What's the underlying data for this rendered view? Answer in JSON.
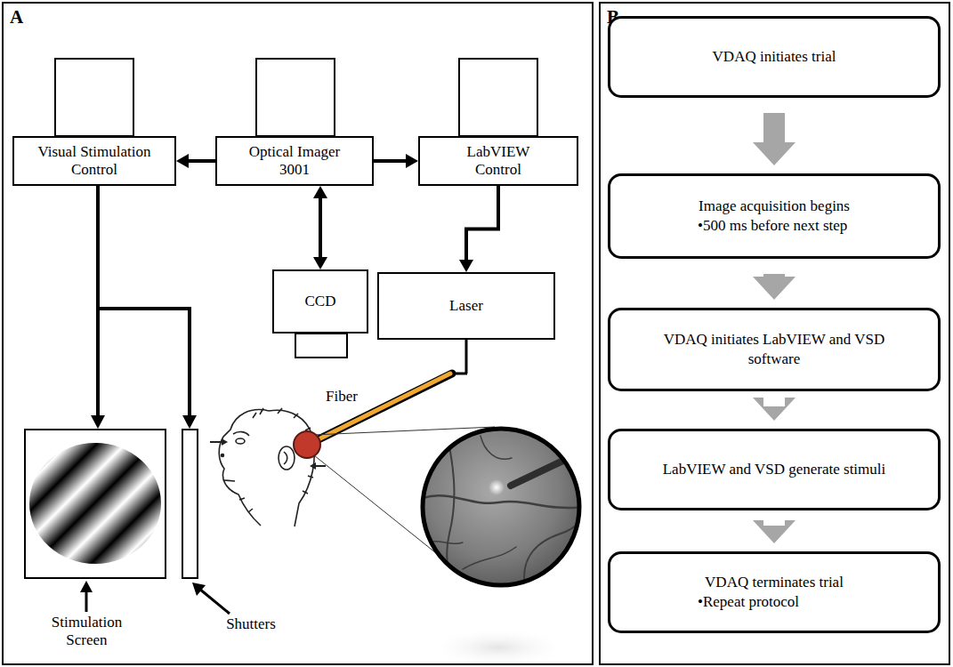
{
  "diagram": {
    "nodes": [
      {
        "text": [
          "A"
        ]
      },
      {
        "text": [
          "Visual Stimulation Control"
        ],
        "in": 0
      },
      {
        "text": [
          "Optical Imager 3001"
        ],
        "in": 0
      },
      {
        "text": [
          "LabVIEW Control"
        ],
        "in": 0
      },
      {
        "text": [
          "CCD"
        ],
        "in": 0
      },
      {
        "text": [
          "Laser"
        ],
        "in": 0
      },
      {
        "text": [
          "B"
        ]
      },
      {
        "text": [
          "VDAQ initiates trial"
        ],
        "in": 6
      },
      {
        "text": [
          "Image acquisition begins",
          "•500 ms before next step"
        ],
        "in": 6
      },
      {
        "text": [
          "VDAQ initiates LabVIEW and VSD software"
        ],
        "in": 6
      },
      {
        "text": [
          "LabVIEW and VSD generate stimuli"
        ],
        "in": 6
      },
      {
        "text": [
          "VDAQ terminates trial",
          "•Repeat protocol"
        ],
        "in": 6
      }
    ],
    "edges": [
      {
        "from": 2,
        "to": 1,
        "arrow": "to"
      },
      {
        "from": 2,
        "to": 3,
        "arrow": "to"
      },
      {
        "from": 2,
        "to": 4,
        "arrow": "both"
      },
      {
        "from": 3,
        "to": 5,
        "arrow": "to"
      },
      {
        "from": 7,
        "to": 8,
        "arrow": "to"
      },
      {
        "from": 8,
        "to": 9,
        "arrow": "to"
      },
      {
        "from": 9,
        "to": 10,
        "arrow": "to"
      },
      {
        "from": 10,
        "to": 11,
        "arrow": "to"
      }
    ],
    "labels": [
      "Fiber",
      "Stimulation Screen",
      "Shutters"
    ]
  }
}
